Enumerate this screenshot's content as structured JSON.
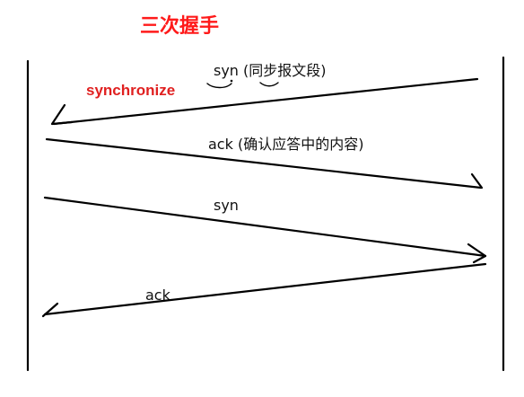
{
  "title": "三次握手",
  "annotation": "synchronize",
  "colors": {
    "title": "#ff1a1a",
    "annotation": "#e02020",
    "ink": "#000000"
  },
  "messages": [
    {
      "label": "syn (同步报文段)",
      "direction": "right-to-left"
    },
    {
      "label": "ack (确认应答中的内容)",
      "direction": "left-to-right"
    },
    {
      "label": "syn",
      "direction": "left-to-right"
    },
    {
      "label": "ack",
      "direction": "right-to-left"
    }
  ]
}
